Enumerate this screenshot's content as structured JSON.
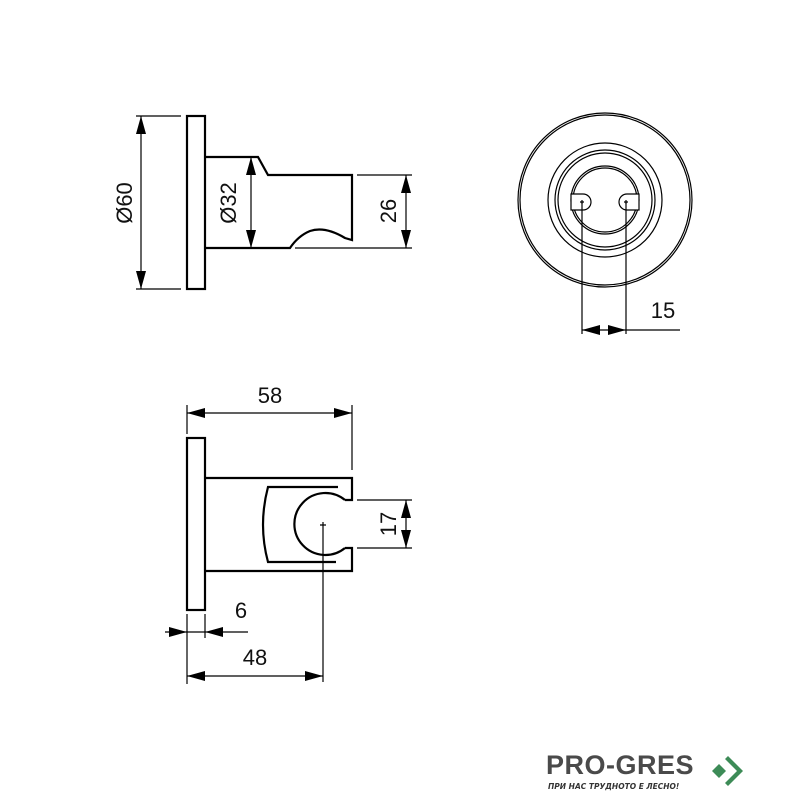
{
  "dimensions": {
    "flange_diameter": "Ø60",
    "body_diameter": "Ø32",
    "holder_height": "26",
    "screw_spacing": "15",
    "total_depth": "58",
    "clamp_opening": "17",
    "flange_thickness": "6",
    "clamp_center_depth": "48"
  },
  "logo": {
    "name": "PRO-GRES",
    "tagline": "ПРИ НАС ТРУДНОТО Е ЛЕСНО!",
    "accent_color": "#3d8b57"
  }
}
